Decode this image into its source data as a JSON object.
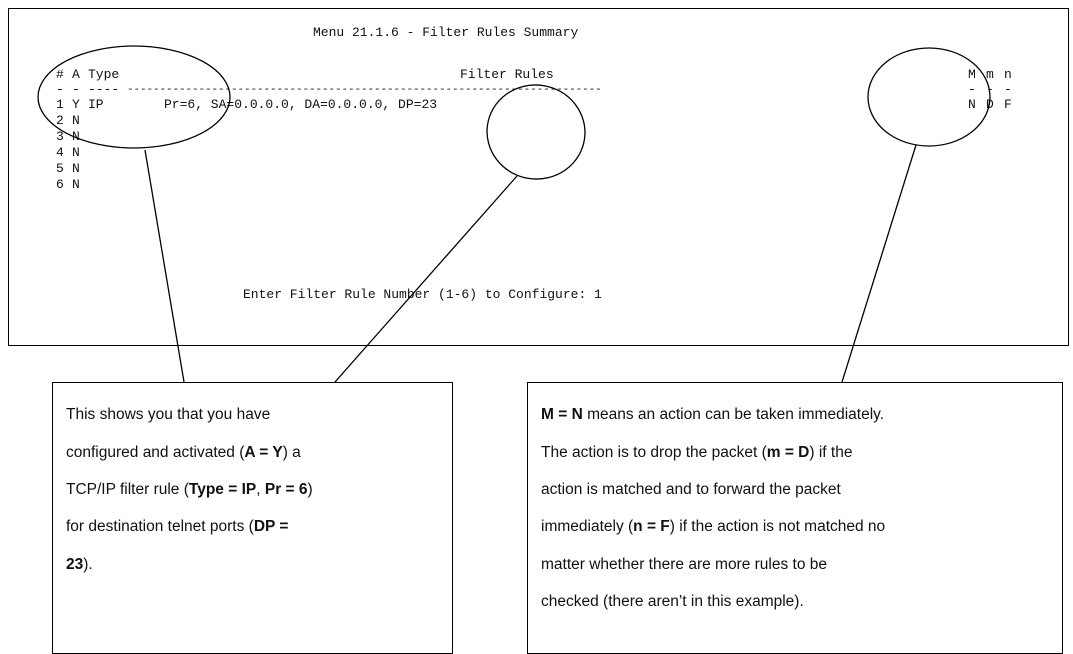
{
  "terminal": {
    "title": "Menu 21.1.6 - Filter Rules Summary",
    "headers": {
      "num": "#",
      "a": "A",
      "type": "Type",
      "rules": "Filter Rules",
      "M": "M",
      "m": "m",
      "n": "n"
    },
    "separators": {
      "num": "-",
      "a": "-",
      "type": "----",
      "rules": "-------------------------------------------------------------------------",
      "M": "-",
      "m": "-",
      "n": "-"
    },
    "rows": [
      {
        "num": "1",
        "a": "Y",
        "type": "IP",
        "rule": "Pr=6, SA=0.0.0.0, DA=0.0.0.0, DP=23",
        "M": "N",
        "m": "D",
        "n": "F"
      },
      {
        "num": "2",
        "a": "N"
      },
      {
        "num": "3",
        "a": "N"
      },
      {
        "num": "4",
        "a": "N"
      },
      {
        "num": "5",
        "a": "N"
      },
      {
        "num": "6",
        "a": "N"
      }
    ],
    "prompt": "Enter Filter Rule Number (1-6) to Configure: 1"
  },
  "callouts": {
    "left": {
      "l1": "This shows you that you have",
      "l2a": "configured and activated (",
      "l2b": "A = Y",
      "l2c": ") a",
      "l3a": "TCP/IP filter rule (",
      "l3b": "Type = IP",
      "l3c": ", ",
      "l3d": "Pr = 6",
      "l3e": ")",
      "l4a": "for destination telnet ports (",
      "l4b": "DP =",
      "l5a": "23",
      "l5b": ")."
    },
    "right": {
      "l1a": "M = N",
      "l1b": " means an action can be taken immediately.",
      "l2a": "The action is to drop the packet (",
      "l2b": "m = D",
      "l2c": ") if the",
      "l3": "action is matched and to forward the packet",
      "l4a": "immediately (",
      "l4b": "n = F",
      "l4c": ") if the action is not matched no",
      "l5": "matter whether there are more rules to be",
      "l6": "checked (there aren’t in this example)."
    }
  }
}
